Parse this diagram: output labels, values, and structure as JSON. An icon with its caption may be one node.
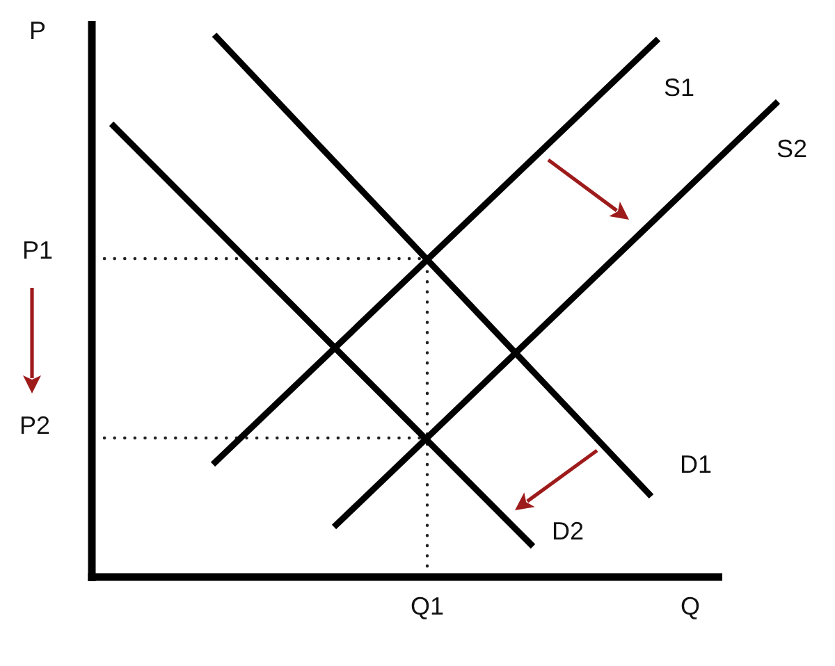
{
  "diagram": {
    "labels": [
      "P",
      "S1",
      "S2",
      "P1",
      "P2",
      "D1",
      "D2",
      "Q1",
      "Q"
    ]
  }
}
